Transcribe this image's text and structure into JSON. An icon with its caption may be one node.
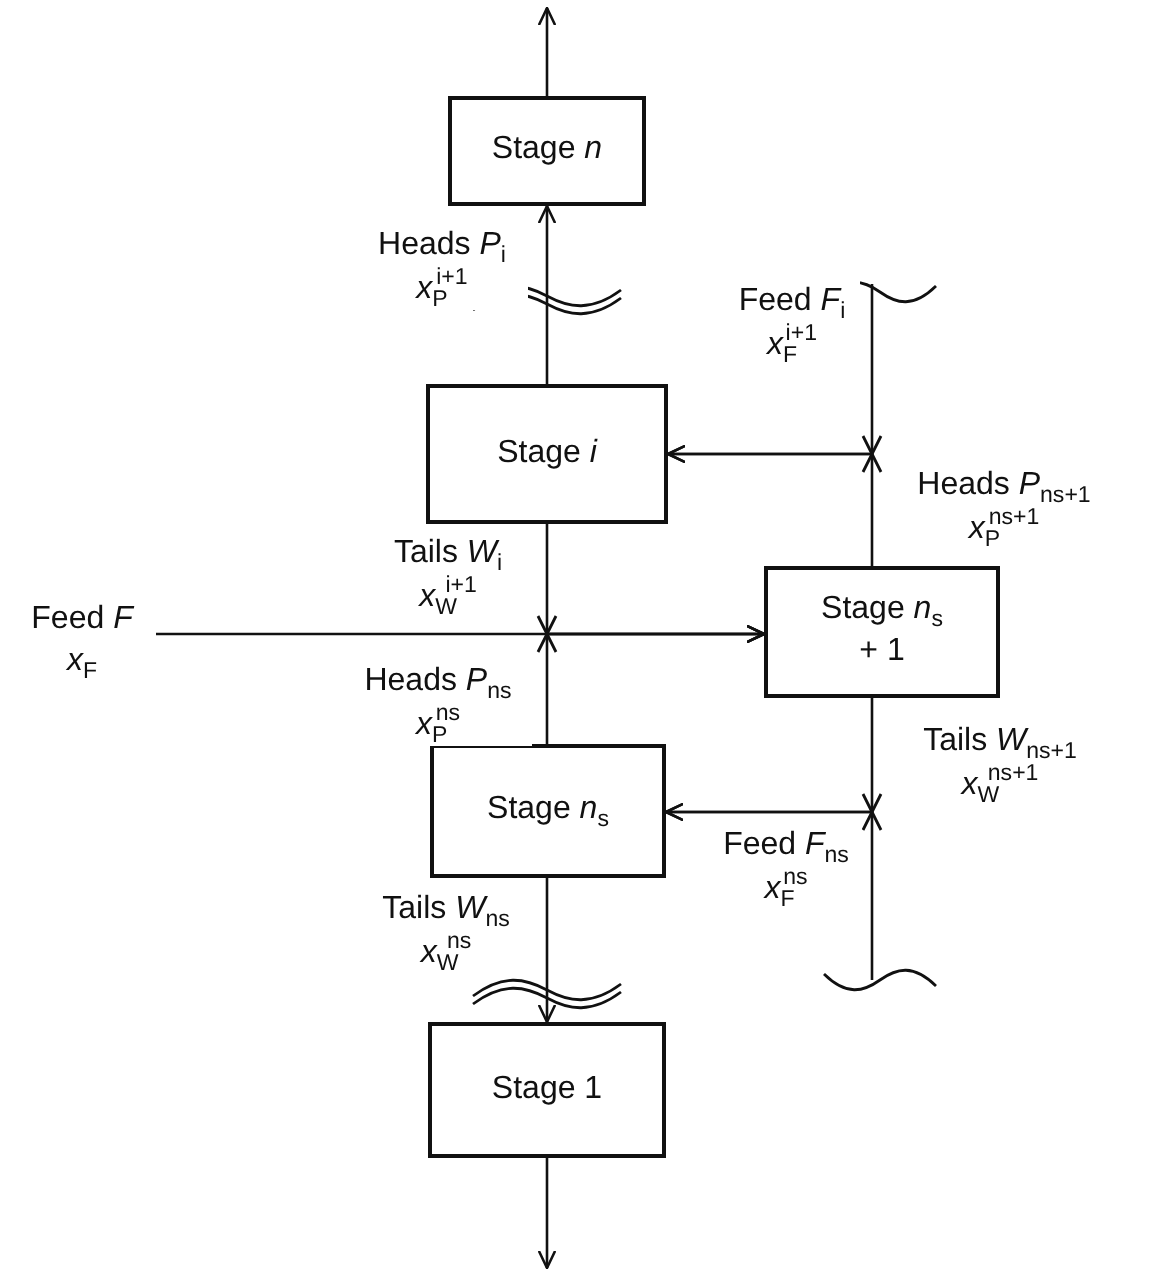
{
  "diagram": {
    "nodes": [
      {
        "text": [
          "Stage *n*"
        ]
      },
      {
        "text": [
          "Stage *i*"
        ]
      },
      {
        "text": [
          "Stage *n*$_{s}$ + 1"
        ]
      },
      {
        "text": [
          "Stage *n*$_{s}$"
        ]
      },
      {
        "text": [
          "Stage 1"
        ]
      },
      {
        "text": [
          "Feed *F* *x*$_{F}$"
        ]
      }
    ],
    "edges": [
      {
        "from": 0,
        "to": null,
        "arrow": "to"
      },
      {
        "from": 1,
        "to": 0,
        "arrow": "to",
        "label": "Heads *P*$_{i}$ *x*$_{P}$$^{i+1}$"
      },
      {
        "from": 1,
        "to": 2,
        "arrow": "to",
        "label": "Tails *W*$_{i}$ *x*$_{W}$$^{i+1}$"
      },
      {
        "from": 3,
        "to": 2,
        "arrow": "to",
        "label": "Heads *P*$_{ns}$ *x*$_{P}$$^{ns}$"
      },
      {
        "from": 5,
        "to": 2,
        "arrow": "to"
      },
      {
        "from": 2,
        "to": 1,
        "arrow": "to",
        "label": "Heads *P*$_{ns+1}$ *x*$_{P}$$^{ns+1}$"
      },
      {
        "from": null,
        "to": 1,
        "arrow": "to",
        "label": "Feed *F*$_{i}$ *x*$_{F}$$^{i+1}$"
      },
      {
        "from": 2,
        "to": 3,
        "arrow": "to",
        "label": "Tails *W*$_{ns+1}$ *x*$_{W}$$^{ns+1}$"
      },
      {
        "from": null,
        "to": 3,
        "arrow": "to",
        "label": "Feed *F*$_{ns}$ *x*$_{F}$$^{ns}$"
      },
      {
        "from": 3,
        "to": 4,
        "arrow": "to",
        "label": "Tails *W*$_{ns}$ *x*$_{W}$$^{ns}$"
      },
      {
        "from": 4,
        "to": null,
        "arrow": "to"
      }
    ]
  }
}
